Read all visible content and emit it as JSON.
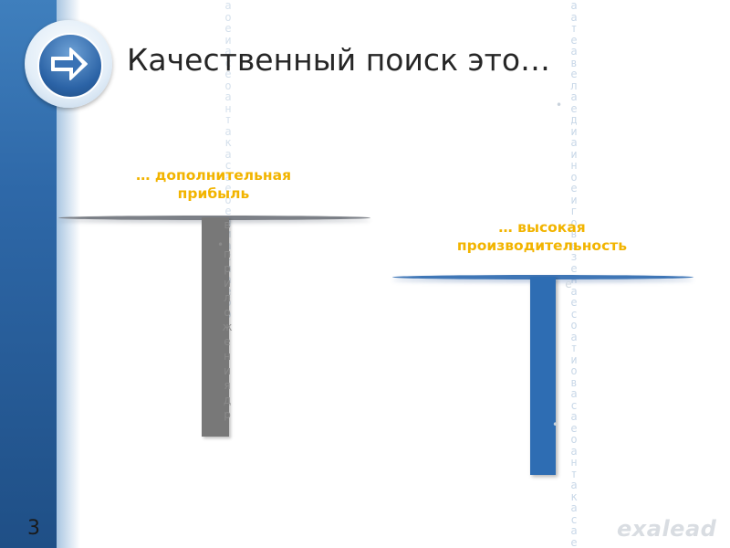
{
  "slide": {
    "title": "Качественный поиск это…",
    "page_number": "3",
    "brand": "exalead"
  },
  "left_block": {
    "heading": "… дополнительная прибыль",
    "overflow_text": "в",
    "overflow_text_2": "приложениядр"
  },
  "right_block": {
    "heading": "… высокая производительность",
    "overflow_text": "е"
  },
  "decor": {
    "bullet": "•",
    "left_dots": "аоеиасеоантакасаеоениаслаебо",
    "right_letters": "аатеавелаедиаиноеиговезенаесоатиовасаеоантакасаеоениасла",
    "accent_color": "#f2b400",
    "primary_blue": "#2e6db3",
    "stem_gray": "#787878"
  },
  "icons": {
    "logo": "right-arrow-icon"
  }
}
